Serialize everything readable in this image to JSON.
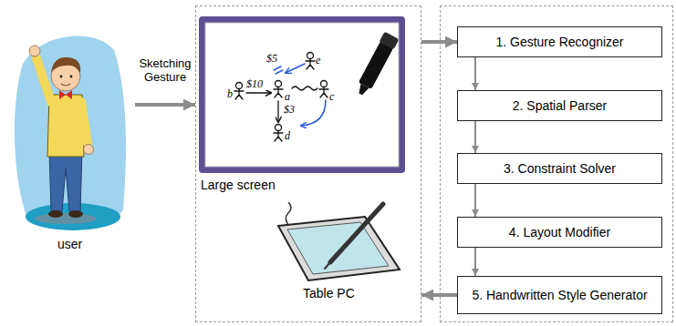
{
  "diagram": {
    "nodes": [
      {
        "text": [
          "user"
        ]
      },
      {
        "text": [
          "Large screen",
          "Table PC"
        ]
      },
      {
        "text": []
      },
      {
        "text": [
          "1. Gesture Recognizer"
        ],
        "in": 2
      },
      {
        "text": [
          "2. Spatial Parser"
        ],
        "in": 2
      },
      {
        "text": [
          "3. Constraint Solver"
        ],
        "in": 2
      },
      {
        "text": [
          "4. Layout Modifier"
        ],
        "in": 2
      },
      {
        "text": [
          "5. Handwritten Style Generator"
        ],
        "in": 2
      }
    ],
    "edges": [
      {
        "from": 0,
        "to": 1,
        "arrow": "to",
        "label": "Sketching Gesture"
      },
      {
        "from": 1,
        "to": 3,
        "arrow": "to"
      },
      {
        "from": 3,
        "to": 4,
        "arrow": "to"
      },
      {
        "from": 4,
        "to": 5,
        "arrow": "to"
      },
      {
        "from": 5,
        "to": 6,
        "arrow": "to"
      },
      {
        "from": 6,
        "to": 7,
        "arrow": "to"
      },
      {
        "from": 7,
        "to": 1,
        "arrow": "to"
      }
    ],
    "labels": [
      "$5",
      "e",
      "b",
      "$10",
      "a",
      "c",
      "$3",
      "d"
    ]
  }
}
